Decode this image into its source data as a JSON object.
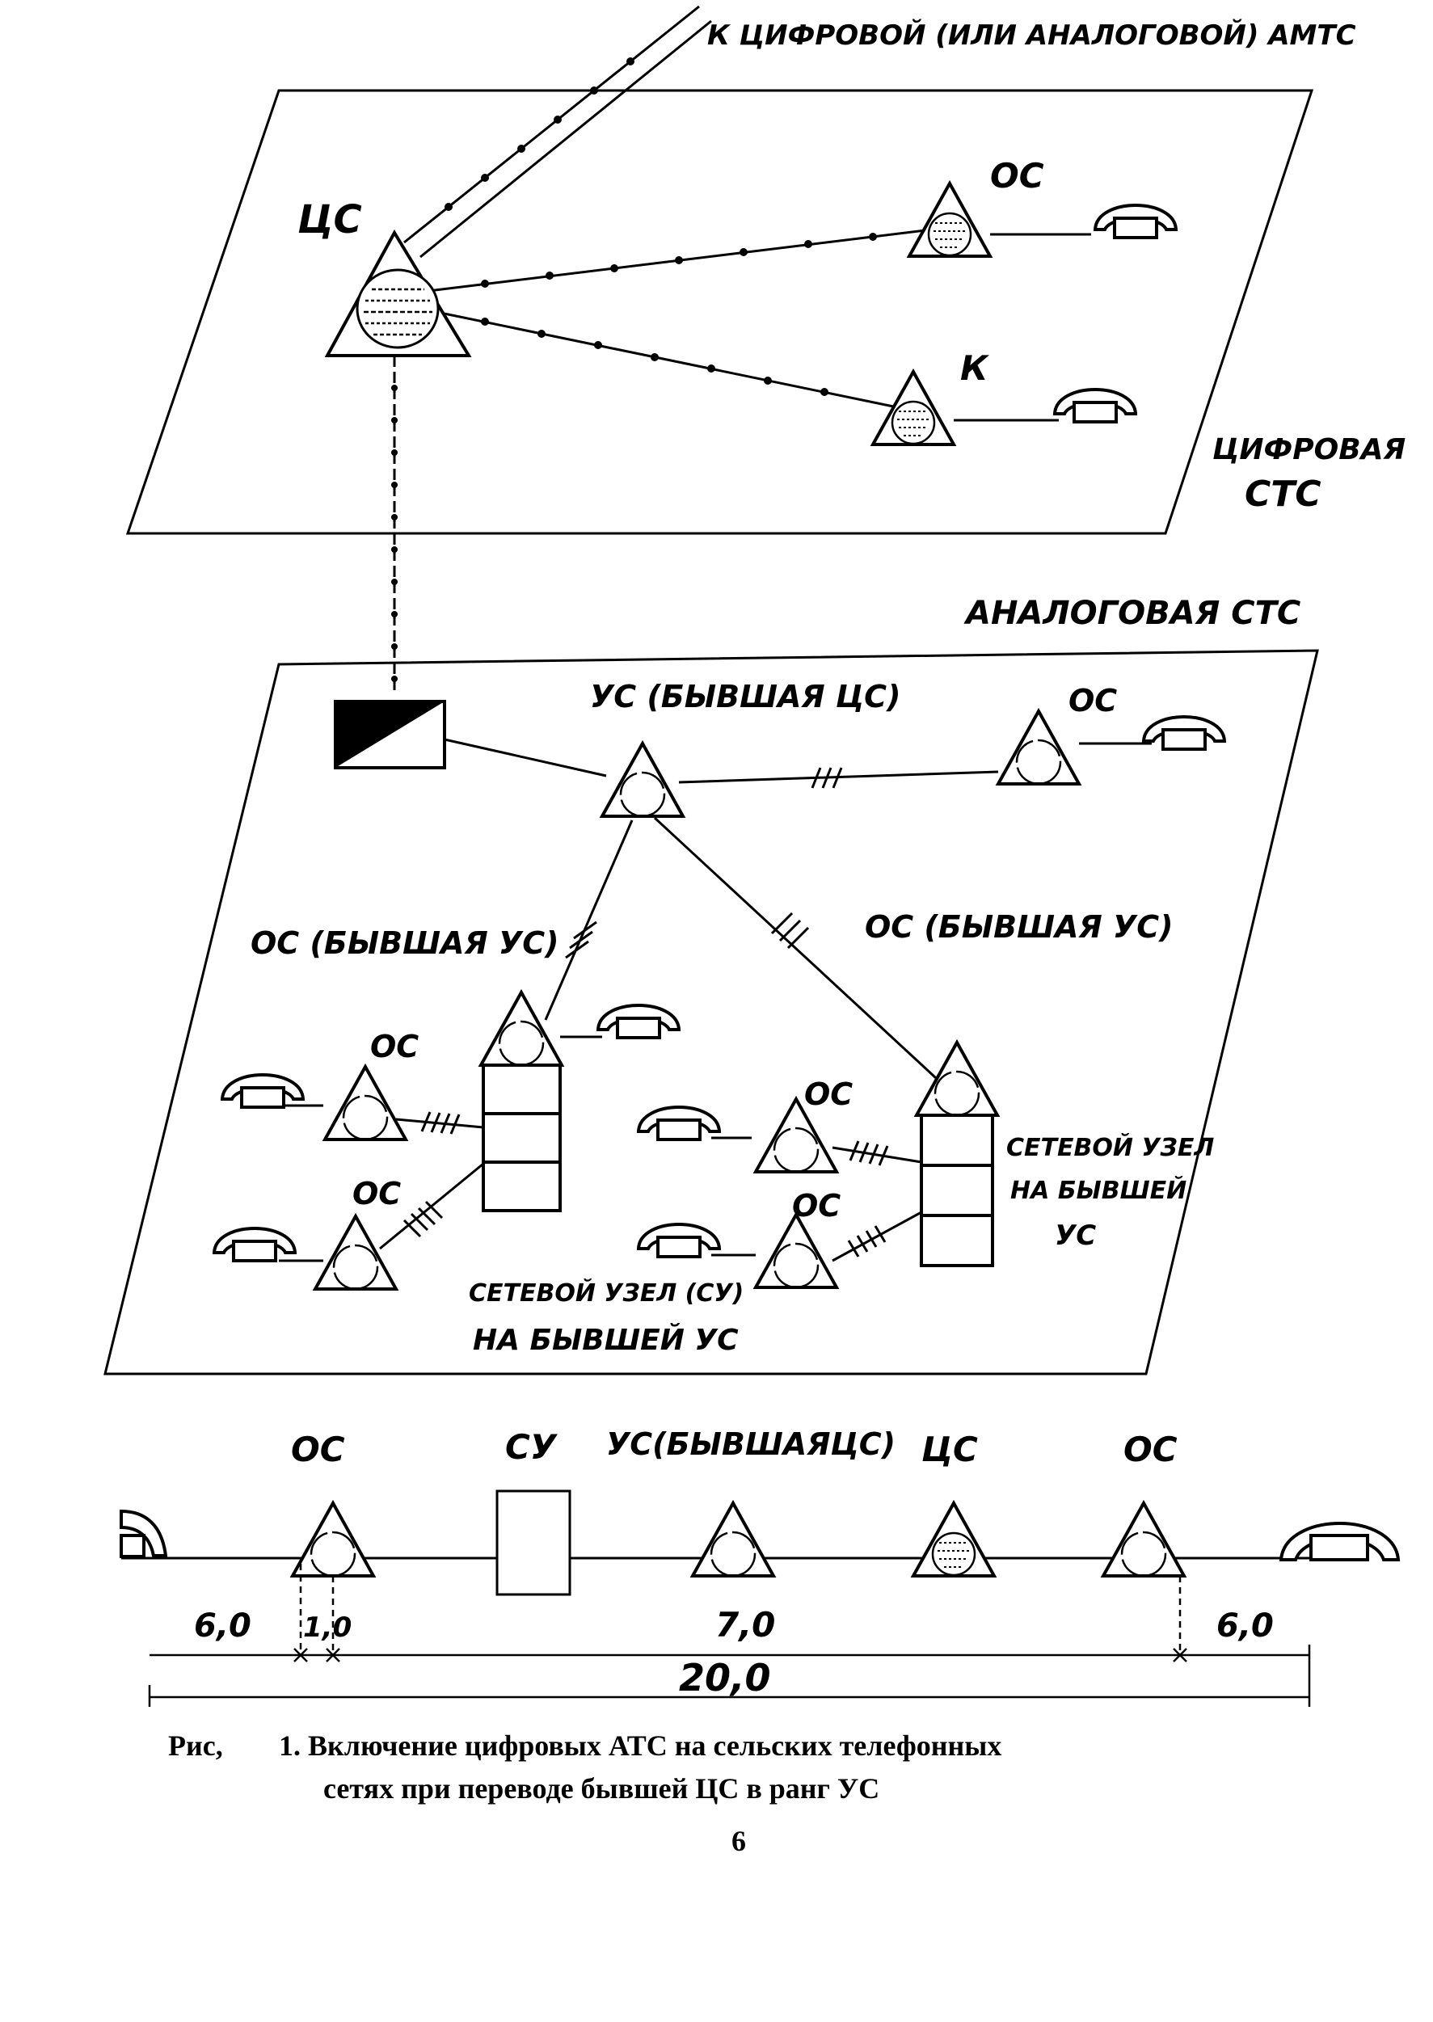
{
  "top_link_label": "К ЦИФРОВОЙ (ИЛИ АНАЛОГОВОЙ) АМТС",
  "digital_plane": {
    "title_line1": "ЦИФРОВАЯ",
    "title_line2": "СТС",
    "center": "ЦС",
    "end_office": "ОС",
    "concentrator": "К"
  },
  "analog_plane": {
    "title": "АНАЛОГОВАЯ СТС",
    "node_top": "УС (БЫВШАЯ ЦС)",
    "os_top_right": "ОС",
    "left_group": "ОС (БЫВШАЯ УС)",
    "right_group": "ОС (БЫВШАЯ УС)",
    "os_a": "ОС",
    "os_b": "ОС",
    "os_c": "ОС",
    "os_d": "ОС",
    "node_right_line1": "СЕТЕВОЙ УЗЕЛ",
    "node_right_line2": "НА БЫВШЕЙ",
    "node_right_line3": "УС",
    "node_left_line1": "СЕТЕВОЙ УЗЕЛ (СУ)",
    "node_left_line2": "НА БЫВШЕЙ УС"
  },
  "scale": {
    "labels": [
      "ОС",
      "СУ",
      "УС(БЫВШАЯЦС)",
      "ЦС",
      "ОС"
    ],
    "dim_left": "6,0",
    "dim_small": "1,0",
    "dim_middle": "7,0",
    "dim_right": "6,0",
    "dim_total": "20,0"
  },
  "caption": {
    "prefix": "Рис,",
    "line1": "1. Включение цифровых АТС на сельских телефонных",
    "line2": "сетях при переводе бывшей ЦС в ранг УС"
  },
  "page_number": "6"
}
